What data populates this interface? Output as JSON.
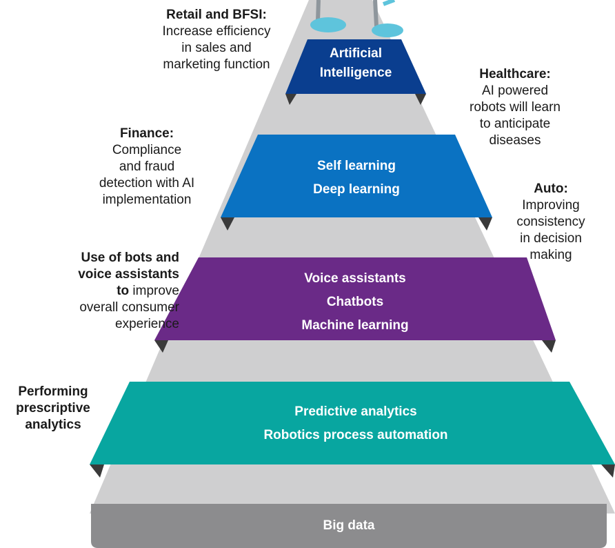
{
  "colors": {
    "ramp": "#cfcfd0",
    "base": "#8c8c8e",
    "tier_ai": "#0a3e8f",
    "tier_self": "#0a72c2",
    "tier_voice": "#6a2a87",
    "tier_predictive": "#08a6a0",
    "pointer": "#3a3a3a",
    "person_shoe": "#5ec4dc",
    "person_leg": "#8e969c"
  },
  "tiers": {
    "ai": [
      "Artificial",
      "Intelligence"
    ],
    "self": [
      "Self learning",
      "Deep learning"
    ],
    "voice": [
      "Voice assistants",
      "Chatbots",
      "Machine learning"
    ],
    "predictive": [
      "Predictive analytics",
      "Robotics process automation"
    ],
    "base": "Big data"
  },
  "notes": {
    "retail": {
      "head": "Retail and BFSI:",
      "lines": [
        "Increase efficiency",
        "in sales and",
        "marketing function"
      ]
    },
    "healthcare": {
      "head": "Healthcare:",
      "lines": [
        "AI powered",
        "robots will learn",
        "to anticipate",
        "diseases"
      ]
    },
    "finance": {
      "head": "Finance:",
      "lines": [
        "Compliance",
        "and fraud",
        "detection with AI",
        "implementation"
      ]
    },
    "auto": {
      "head": "Auto:",
      "lines": [
        "Improving",
        "consistency",
        "in decision",
        "making"
      ]
    },
    "bots": {
      "head_lines": [
        "Use of bots and",
        "voice assistants"
      ],
      "head_to": "to",
      "rest_first": " improve",
      "lines": [
        "overall consumer",
        "experience"
      ]
    },
    "performing": {
      "head_lines": [
        "Performing",
        "prescriptive",
        "analytics"
      ]
    }
  }
}
